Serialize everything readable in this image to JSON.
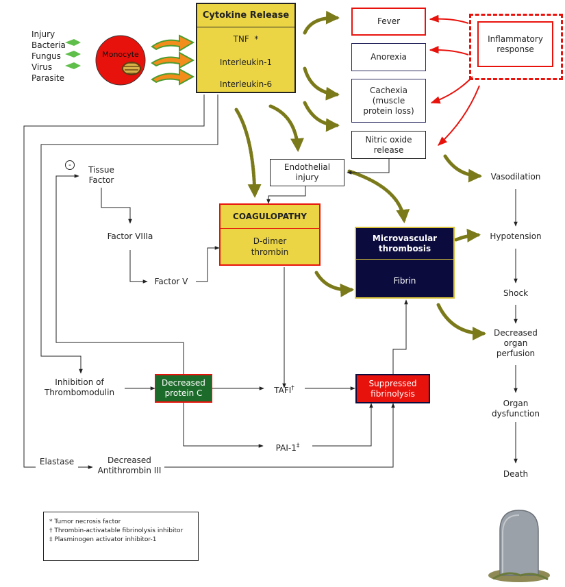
{
  "causes": [
    "Injury",
    "Bacteria",
    "Fungus",
    "Virus",
    "Parasite"
  ],
  "monocyte": {
    "label": "Monocyte",
    "fill": "#e8120c",
    "nucleus": "#d8b24a"
  },
  "cytokine": {
    "title": "Cytokine Release",
    "items": [
      "TNF  *",
      "Interleukin-1",
      "Interleukin-6"
    ],
    "fill": "#ecd545",
    "border": "#222222"
  },
  "effects": {
    "fever": "Fever",
    "anorexia": "Anorexia",
    "cachexia": [
      "Cachexia",
      "(muscle",
      "protein loss)"
    ],
    "nitric_oxide": [
      "Nitric oxide",
      "release"
    ]
  },
  "inflammatory": [
    "Inflammatory",
    "response"
  ],
  "endothelial": [
    "Endothelial",
    "injury"
  ],
  "coagulopathy": {
    "title": "COAGULOPATHY",
    "body": [
      "D-dimer",
      "thrombin"
    ],
    "fill": "#ecd545",
    "border": "#e8120c"
  },
  "microvascular": {
    "title": [
      "Microvascular",
      "thrombosis"
    ],
    "body": "Fibrin",
    "fill": "#0b0b3e",
    "border": "#d8c23c"
  },
  "coag_path": {
    "minus": "-",
    "tissue_factor": [
      "Tissue",
      "Factor"
    ],
    "factor_viiia": "Factor VIIIa",
    "factor_v": "Factor V"
  },
  "hemodynamic": [
    "Vasodilation",
    "Hypotension",
    "Shock",
    [
      "Decreased",
      "organ",
      "perfusion"
    ],
    [
      "Organ",
      "dysfunction"
    ],
    "Death"
  ],
  "lower": {
    "thrombomodulin": [
      "Inhibition of",
      "Thrombomodulin"
    ],
    "protein_c": [
      "Decreased",
      "protein C"
    ],
    "tafi": "TAFI",
    "tafi_mark": "†",
    "pai": "PAI-1",
    "pai_mark": "‡",
    "suppressed": [
      "Suppressed",
      "fibrinolysis"
    ],
    "elastase": "Elastase",
    "antithrombin": [
      "Decreased",
      "Antithrombin III"
    ]
  },
  "colors": {
    "red": "#e8120c",
    "navy": "#27275e",
    "olive": "#7b7a1a",
    "green": "#1d6b2a",
    "leaf": "#5fbf4a"
  },
  "legend": [
    "* Tumor necrosis factor",
    "† Thrombin-activatable fibrinolysis inhibitor",
    "‡ Plasminogen activator inhibitor-1"
  ]
}
